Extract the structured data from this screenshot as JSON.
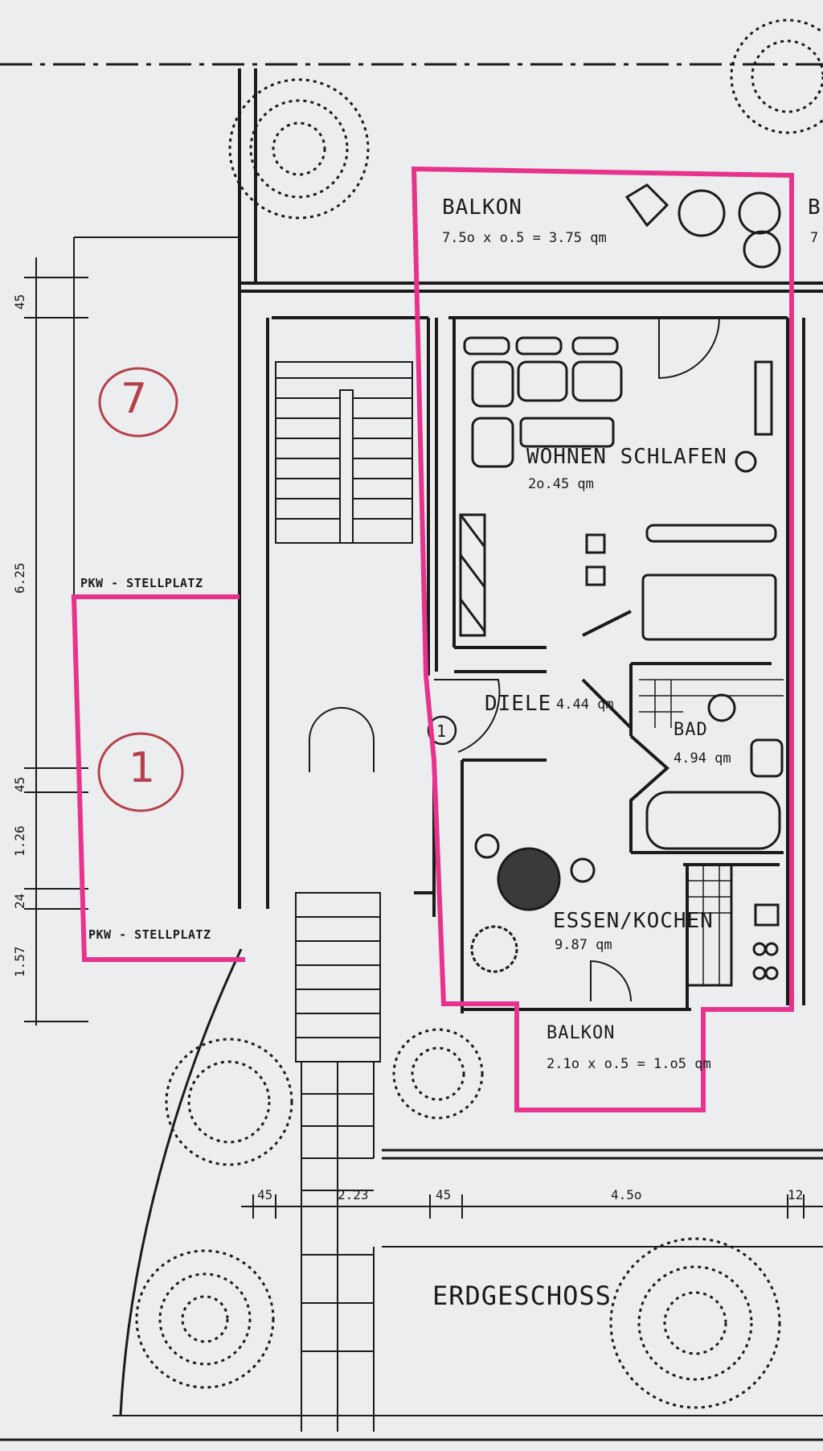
{
  "plan": {
    "title": "ERDGESCHOSS",
    "rooms": {
      "balkon_top": {
        "name": "BALKON",
        "area": "7.5o x o.5 = 3.75 qm"
      },
      "wohnen_schlafen": {
        "name": "WOHNEN  SCHLAFEN",
        "area": "2o.45 qm"
      },
      "diele": {
        "name": "DIELE",
        "area": "4.44 qm"
      },
      "bad": {
        "name": "BAD",
        "area": "4.94 qm"
      },
      "essen_kochen": {
        "name": "ESSEN/KOCHEN",
        "area": "9.87 qm"
      },
      "balkon_bottom": {
        "name": "BALKON",
        "area": "2.1o x o.5 = 1.o5 qm"
      }
    },
    "entrance_marker": "1",
    "parking": {
      "label_top": "PKW - STELLPLATZ",
      "label_bottom": "PKW - STELLPLATZ"
    },
    "handwritten_marks": [
      "7",
      "1"
    ],
    "dimensions": {
      "vertical": [
        "45",
        "6.25",
        "45",
        "1.26",
        "24",
        "1.57"
      ],
      "horizontal": [
        "45",
        "2.23",
        "45",
        "4.5o",
        "12"
      ]
    },
    "cropped_labels": [
      "B",
      "7"
    ],
    "colors": {
      "highlight": "#e8338c",
      "ink": "#1b1b1b",
      "paper": "#ecedef",
      "red_ink": "#b5404a"
    }
  }
}
